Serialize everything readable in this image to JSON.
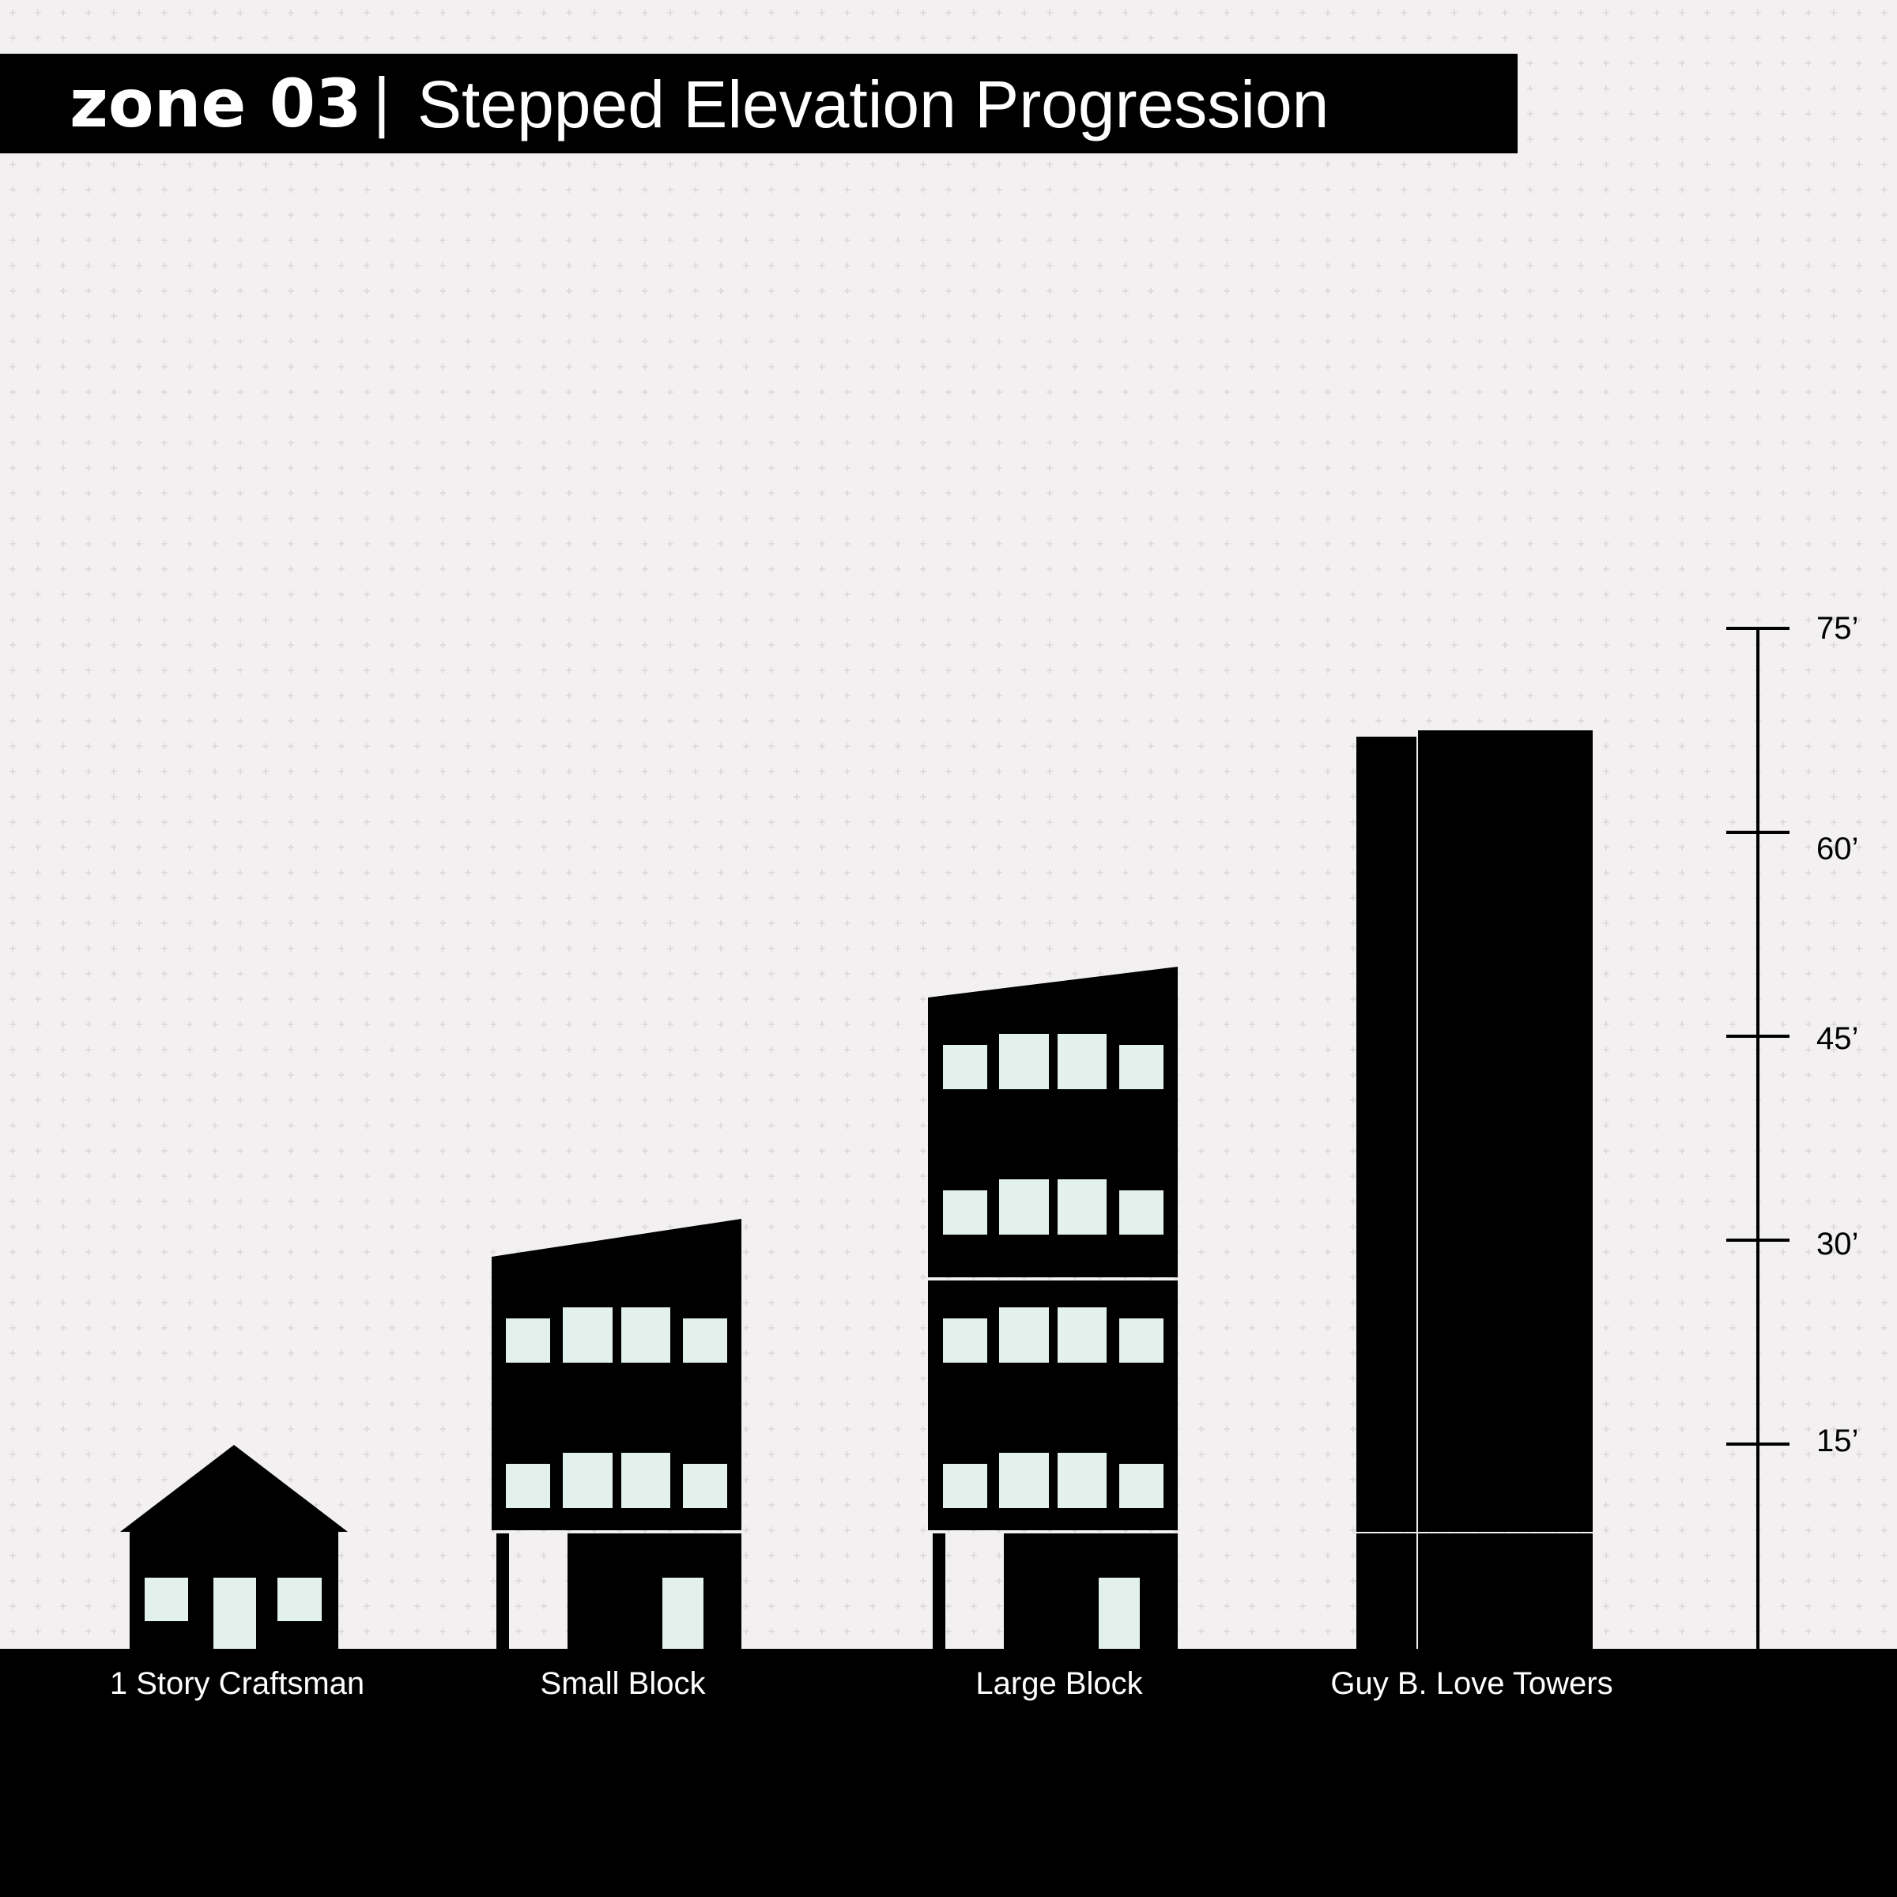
{
  "title": {
    "zone": "zone 03",
    "separator": "|",
    "main": "Stepped Elevation Progression"
  },
  "buildings": [
    {
      "label": "1 Story Craftsman"
    },
    {
      "label": "Small Block"
    },
    {
      "label": "Large Block"
    },
    {
      "label": "Guy B. Love Towers"
    }
  ],
  "scale": {
    "ticks": [
      "15’",
      "30’",
      "45’",
      "60’",
      "75’"
    ]
  },
  "colors": {
    "background": "#f2f0f1",
    "ink": "#000000",
    "window": "#e3f1ed",
    "grid_mark": "#dad7d9"
  }
}
